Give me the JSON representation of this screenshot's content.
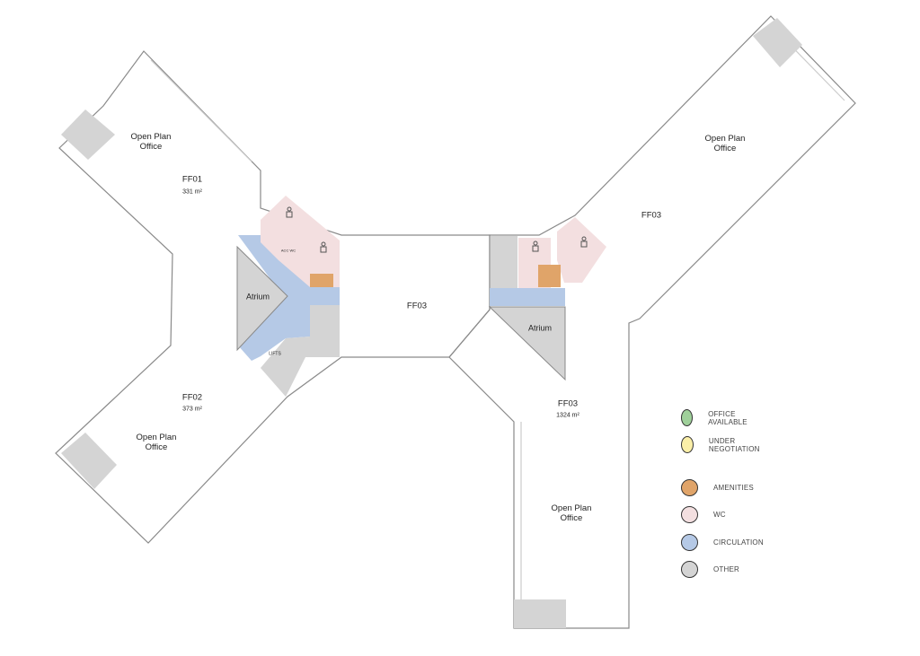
{
  "units": [
    {
      "id": "FF01",
      "area": "331 m²",
      "use": "Open Plan\nOffice"
    },
    {
      "id": "FF02",
      "area": "373 m²",
      "use": "Open Plan\nOffice"
    },
    {
      "id": "FF03",
      "area": "1324 m²",
      "use": "Open Plan\nOffice"
    }
  ],
  "labels": {
    "ff01_use_1": "Open Plan",
    "ff01_use_2": "Office",
    "ff01_id": "FF01",
    "ff01_area": "331 m²",
    "ff02_use_1": "Open Plan",
    "ff02_use_2": "Office",
    "ff02_id": "FF02",
    "ff02_area": "373 m²",
    "ff03_center": "FF03",
    "ff03_ne": "FF03",
    "ff03_ne_use_1": "Open Plan",
    "ff03_ne_use_2": "Office",
    "ff03_s_id": "FF03",
    "ff03_s_area": "1324 m²",
    "ff03_s_use_1": "Open Plan",
    "ff03_s_use_2": "Office",
    "atrium_left": "Atrium",
    "atrium_right": "Atrium",
    "lifts": "LIFTS",
    "acc_wc": "ACC WC"
  },
  "legend": [
    {
      "label": "OFFICE AVAILABLE",
      "color": "#9fd09a"
    },
    {
      "label": "UNDER NEGOTIATION",
      "color": "#fbefa8"
    },
    {
      "label": "AMENITIES",
      "color": "#e0a469"
    },
    {
      "label": "WC",
      "color": "#f3dfe0"
    },
    {
      "label": "CIRCULATION",
      "color": "#b5c9e6"
    },
    {
      "label": "OTHER",
      "color": "#d4d4d4"
    }
  ],
  "colors": {
    "wall": "#777777",
    "amenities": "#e0a469",
    "wc": "#f3dfe0",
    "circulation": "#b5c9e6",
    "other": "#d4d4d4"
  }
}
